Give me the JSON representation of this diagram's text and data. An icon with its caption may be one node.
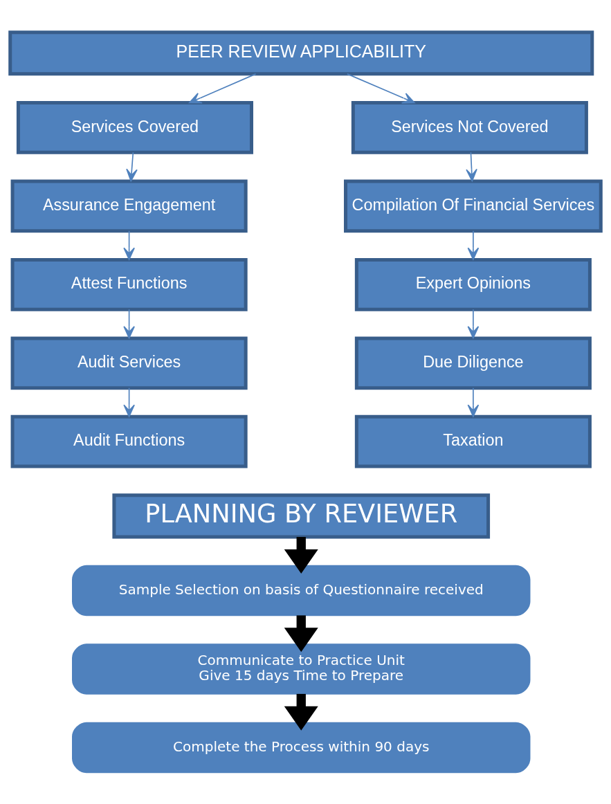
{
  "diagram": {
    "nodes": [
      {
        "text": [
          "PEER REVIEW APPLICABILITY"
        ]
      },
      {
        "text": [
          "Services Covered"
        ]
      },
      {
        "text": [
          "Services Not Covered"
        ]
      },
      {
        "text": [
          "Assurance Engagement"
        ]
      },
      {
        "text": [
          "Compilation Of Financial Services"
        ]
      },
      {
        "text": [
          "Attest Functions"
        ]
      },
      {
        "text": [
          "Expert Opinions"
        ]
      },
      {
        "text": [
          "Audit Services"
        ]
      },
      {
        "text": [
          "Due Diligence"
        ]
      },
      {
        "text": [
          "Audit Functions"
        ]
      },
      {
        "text": [
          "Taxation"
        ]
      },
      {
        "text": [
          "PLANNING BY REVIEWER"
        ]
      },
      {
        "text": [
          "Sample Selection on basis of Questionnaire received"
        ]
      },
      {
        "text": [
          "Communicate to Practice Unit",
          "Give 15 days Time to Prepare"
        ]
      },
      {
        "text": [
          "Complete the Process within 90 days"
        ]
      }
    ],
    "edges": [
      {
        "from": 0,
        "to": 1,
        "arrow": "to"
      },
      {
        "from": 0,
        "to": 2,
        "arrow": "to"
      },
      {
        "from": 1,
        "to": 3,
        "arrow": "to"
      },
      {
        "from": 2,
        "to": 4,
        "arrow": "to"
      },
      {
        "from": 3,
        "to": 5,
        "arrow": "to"
      },
      {
        "from": 4,
        "to": 6,
        "arrow": "to"
      },
      {
        "from": 5,
        "to": 7,
        "arrow": "to"
      },
      {
        "from": 6,
        "to": 8,
        "arrow": "to"
      },
      {
        "from": 7,
        "to": 9,
        "arrow": "to"
      },
      {
        "from": 8,
        "to": 10,
        "arrow": "to"
      },
      {
        "from": 11,
        "to": 12,
        "arrow": "to",
        "style": "thick",
        "color": "#000000"
      },
      {
        "from": 12,
        "to": 13,
        "arrow": "to",
        "style": "thick",
        "color": "#000000"
      },
      {
        "from": 13,
        "to": 14,
        "arrow": "to",
        "style": "thick",
        "color": "#000000"
      }
    ]
  }
}
